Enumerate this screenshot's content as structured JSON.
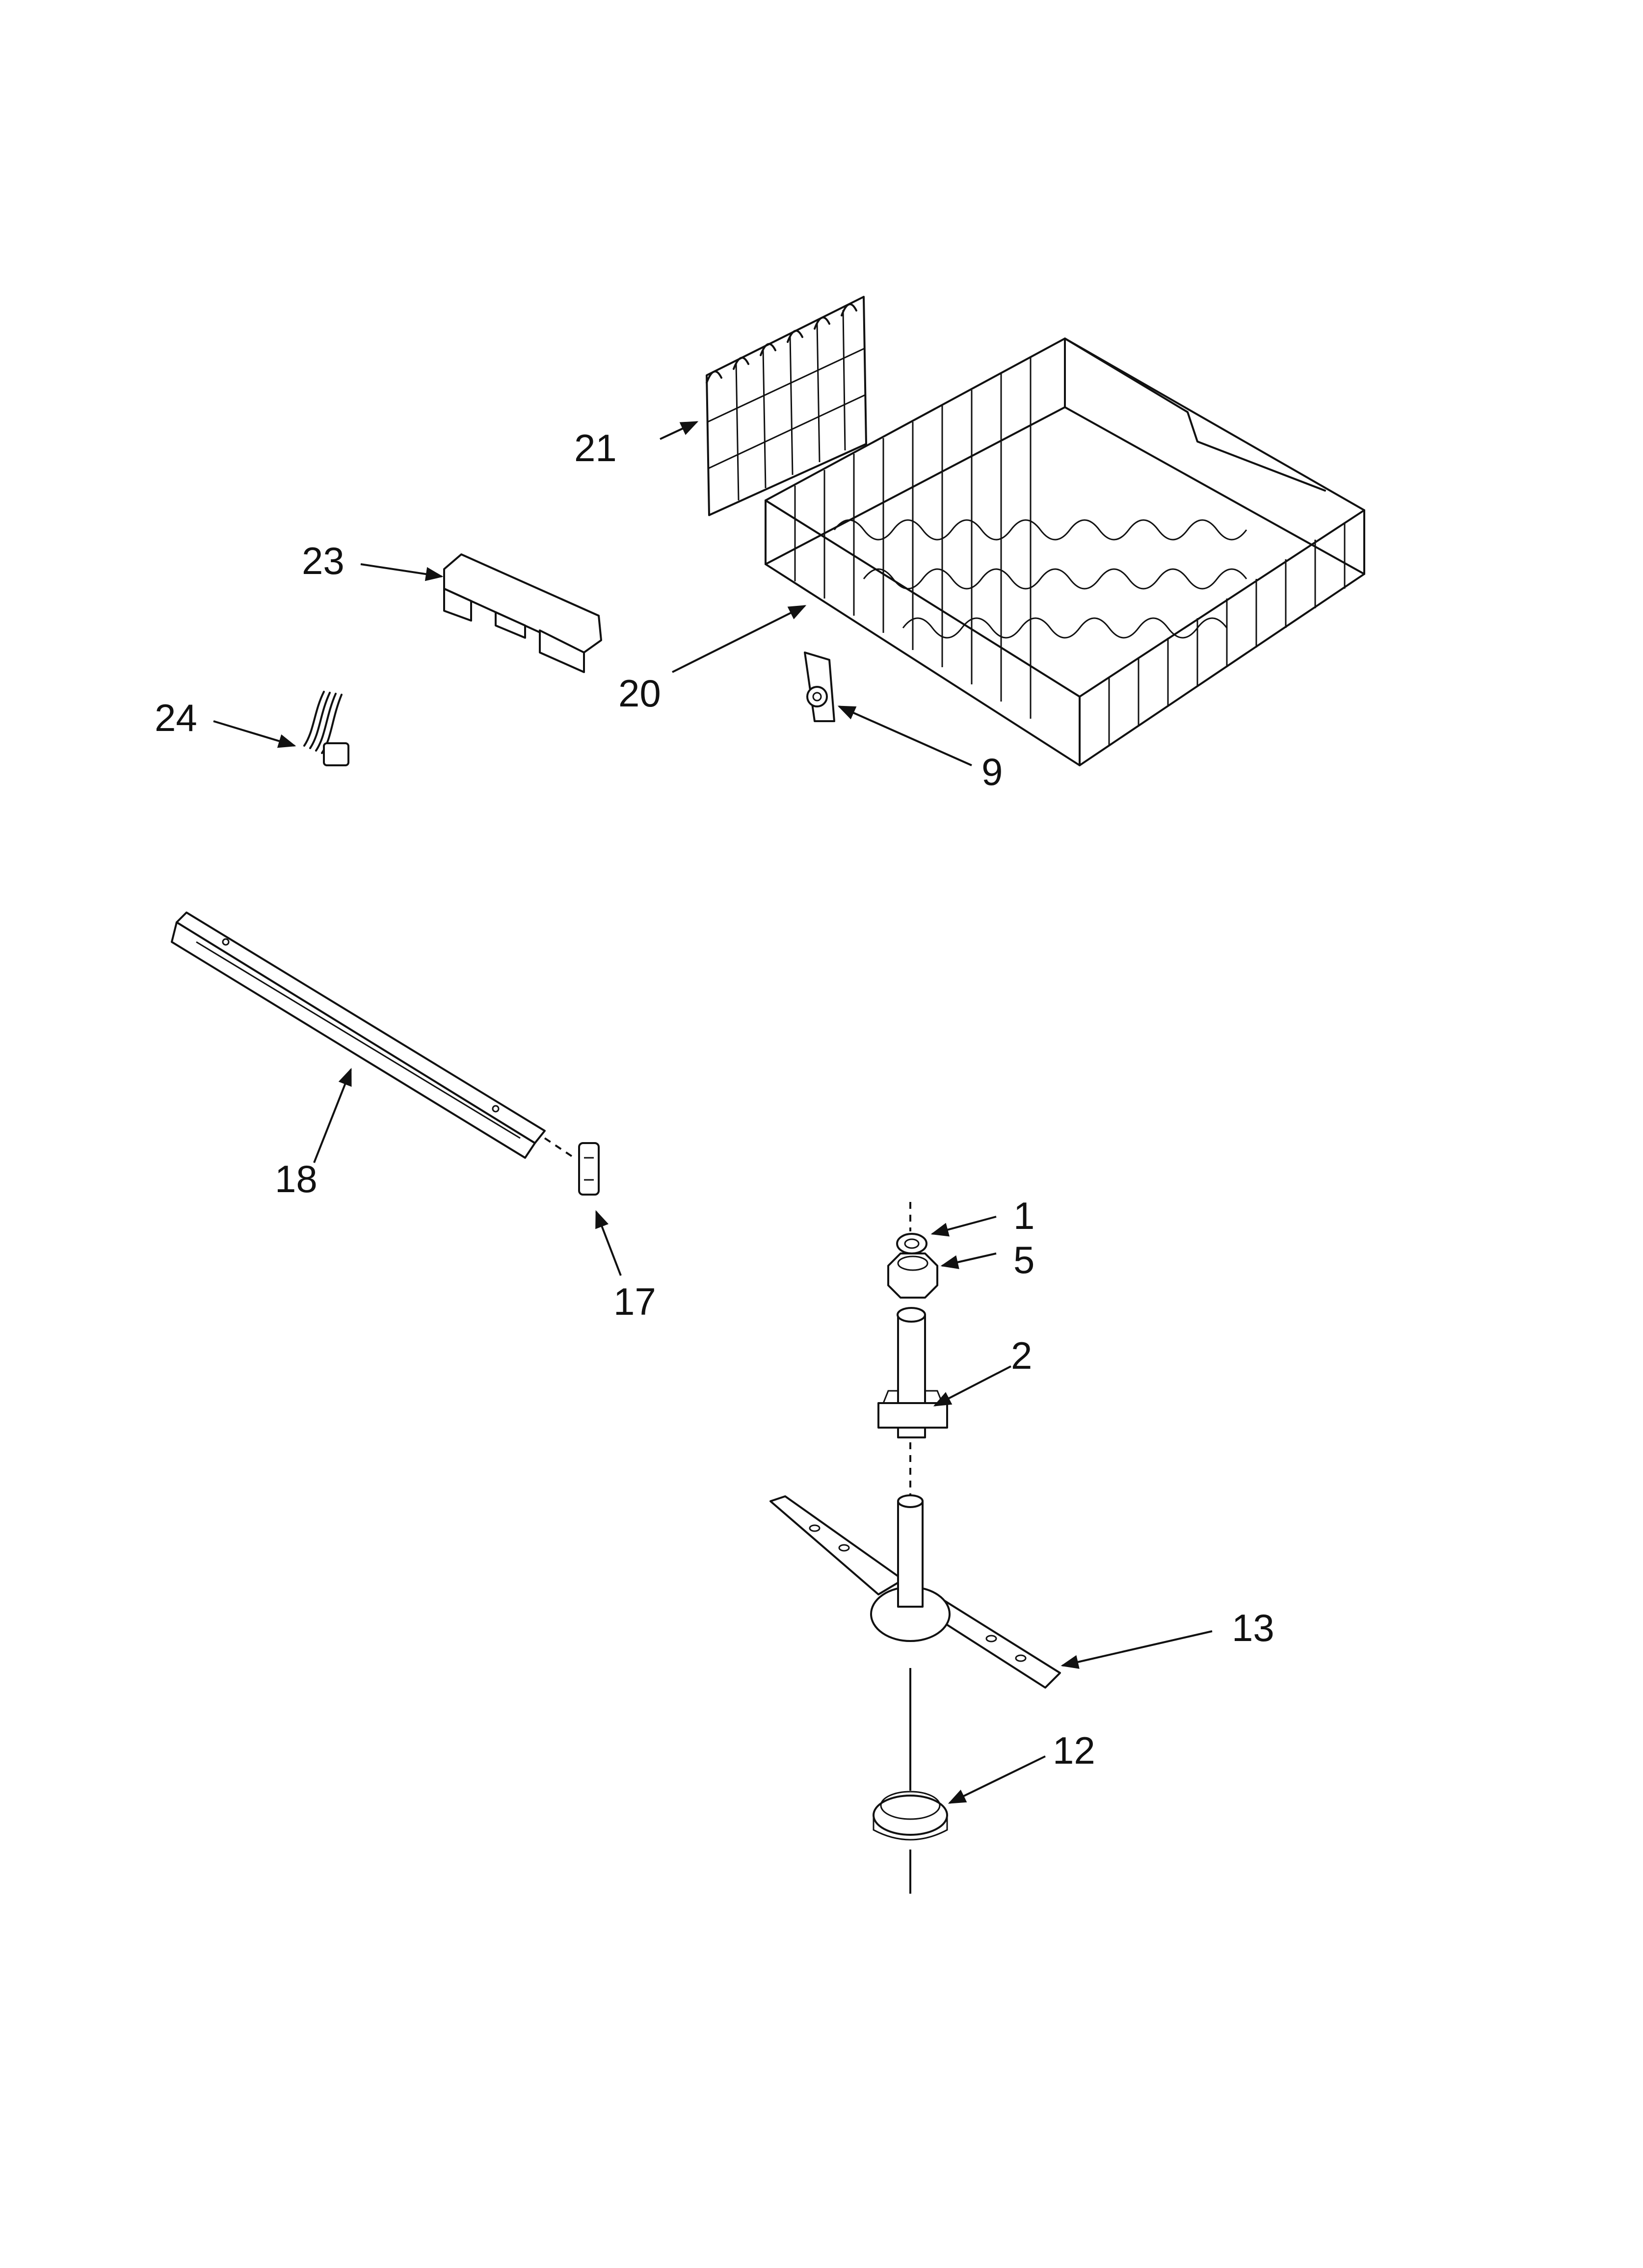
{
  "callouts": {
    "c1": "1",
    "c2": "2",
    "c5": "5",
    "c9": "9",
    "c12": "12",
    "c13": "13",
    "c17": "17",
    "c18": "18",
    "c20": "20",
    "c21": "21",
    "c23": "23",
    "c24": "24"
  }
}
